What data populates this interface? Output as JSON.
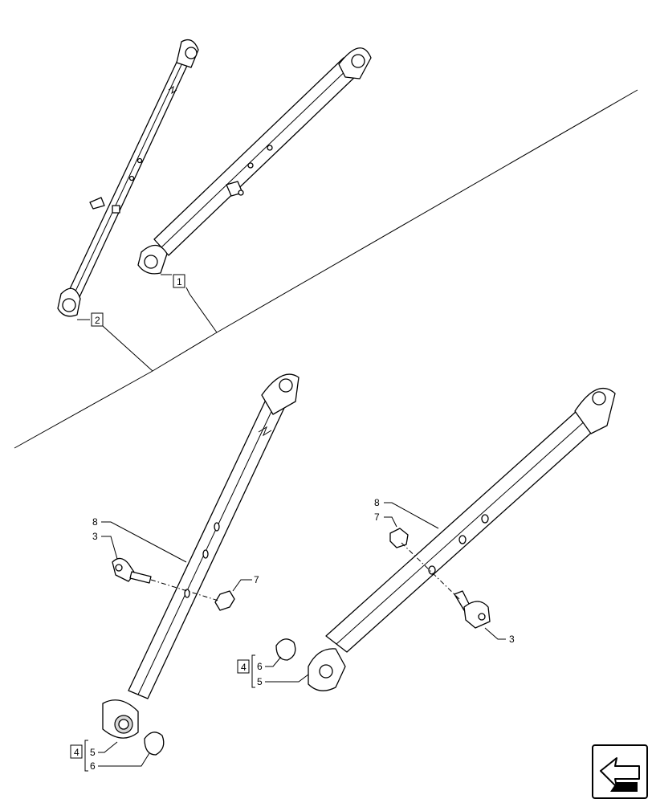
{
  "callouts": {
    "a1": "1",
    "a2": "2",
    "b_item8": "8",
    "b_item3": "3",
    "b_item7": "7",
    "b_item4": "4",
    "b_item5": "5",
    "b_item6": "6",
    "c_item8": "8",
    "c_item7": "7",
    "c_item3": "3",
    "c_item4": "4",
    "c_item6": "6",
    "c_item5": "5"
  },
  "nav_icon": "next-page-arrow-icon"
}
